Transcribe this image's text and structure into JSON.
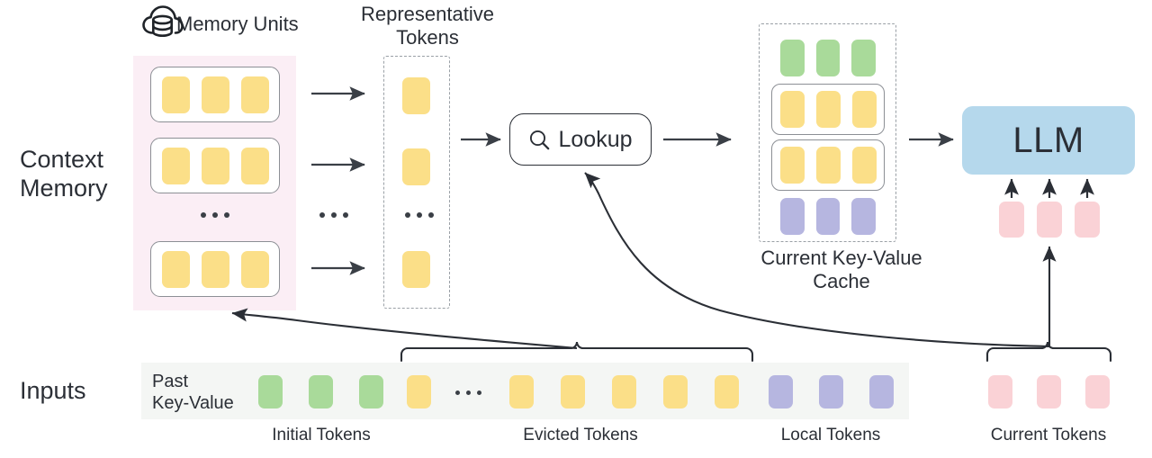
{
  "diagram": {
    "title_icon": "cloud-database-icon",
    "row_labels": {
      "context_memory": "Context\nMemory",
      "inputs": "Inputs"
    },
    "headings": {
      "memory_units": "Memory Units",
      "representative_tokens": "Representative\nTokens",
      "current_kv_cache": "Current Key-Value\nCache"
    },
    "lookup": {
      "label": "Lookup",
      "icon": "search-icon"
    },
    "llm": {
      "label": "LLM"
    },
    "inputs_row": {
      "past_kv_label": "Past\nKey-Value",
      "ellipsis": "...",
      "segments": [
        {
          "name": "initial",
          "label": "Initial Tokens",
          "color": "#a9da9a",
          "count": 3
        },
        {
          "name": "evicted",
          "label": "Evicted Tokens",
          "color": "#fbdf88",
          "count": 6
        },
        {
          "name": "local",
          "label": "Local Tokens",
          "color": "#b6b6e0",
          "count": 3
        },
        {
          "name": "current",
          "label": "Current Tokens",
          "color": "#fad2d6",
          "count": 3
        }
      ]
    },
    "memory_units": {
      "unit_count_shown": 3,
      "tokens_per_unit": 3,
      "token_color": "#fbdf88",
      "ellipsis": "..."
    },
    "representative_tokens": {
      "count_shown": 3,
      "token_color": "#fbdf88",
      "ellipsis": "..."
    },
    "kv_cache_rows": [
      {
        "name": "initial-tokens-row",
        "color": "#a9da9a",
        "boxed": false,
        "count": 3
      },
      {
        "name": "retrieved-row-1",
        "color": "#fbdf88",
        "boxed": true,
        "count": 3
      },
      {
        "name": "retrieved-row-2",
        "color": "#fbdf88",
        "boxed": true,
        "count": 3
      },
      {
        "name": "local-tokens-row",
        "color": "#b6b6e0",
        "boxed": false,
        "count": 3
      }
    ],
    "colors": {
      "yellow": "#fbdf88",
      "green": "#a9da9a",
      "purple": "#b6b6e0",
      "pink_token": "#fad2d6",
      "llm_blue": "#b5d8ec",
      "context_memory_bg": "#fbeef5",
      "inputs_bg": "#f4f6f4",
      "stroke": "#2b2f36",
      "dashed_stroke": "#9aa0a6"
    },
    "arrow_count_unit_to_rep": 3,
    "middle_ellipsis": "..."
  }
}
